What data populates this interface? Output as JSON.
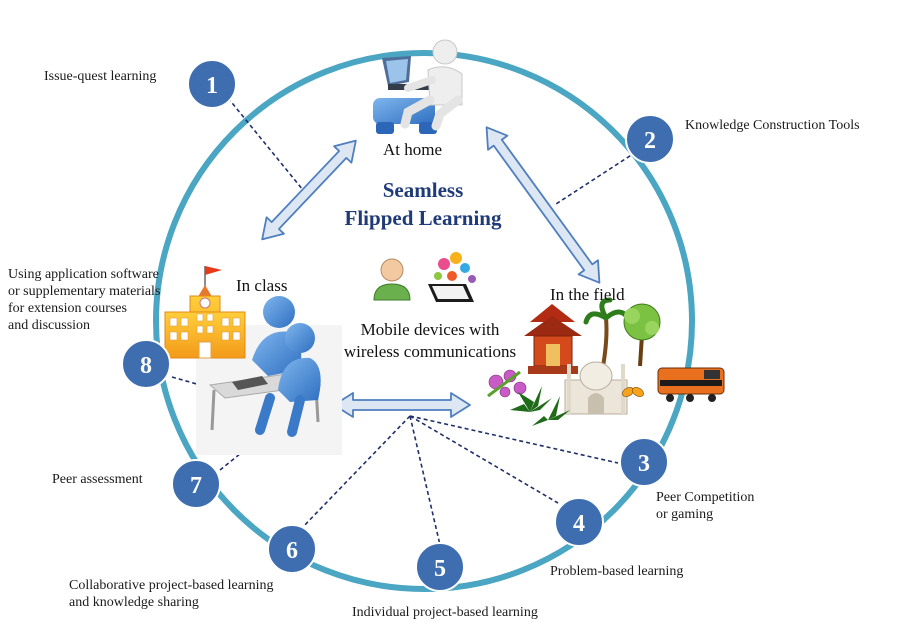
{
  "title": {
    "line1": "Seamless",
    "line2": "Flipped Learning"
  },
  "places": {
    "home": "At home",
    "class": "In class",
    "field": "In the field"
  },
  "mobile": {
    "line1": "Mobile devices with",
    "line2": "wireless communications"
  },
  "nodes": [
    {
      "number": "1",
      "label": [
        "Issue-quest learning"
      ]
    },
    {
      "number": "2",
      "label": [
        "Knowledge Construction Tools"
      ]
    },
    {
      "number": "3",
      "label": [
        "Peer Competition",
        "or gaming"
      ]
    },
    {
      "number": "4",
      "label": [
        "Problem-based learning"
      ]
    },
    {
      "number": "5",
      "label": [
        "Individual project-based learning"
      ]
    },
    {
      "number": "6",
      "label": [
        "Collaborative project-based learning",
        "and knowledge sharing"
      ]
    },
    {
      "number": "7",
      "label": [
        "Peer assessment"
      ]
    },
    {
      "number": "8",
      "label": [
        "Using application software",
        "or supplementary materials",
        "for extension courses",
        "and discussion"
      ]
    }
  ],
  "colors": {
    "ring": "#4aa6c2",
    "node": "#3e6eb0",
    "arrow_fill": "#dde7f3",
    "arrow_stroke": "#4f7fbf",
    "title": "#1f3a78",
    "connector": "#1f2f6a"
  },
  "icons": {
    "home": "person-at-laptop-icon",
    "class": "school-and-students-icon",
    "field": "field-trip-collage-icon",
    "mobile": "user-and-tablet-icon"
  }
}
